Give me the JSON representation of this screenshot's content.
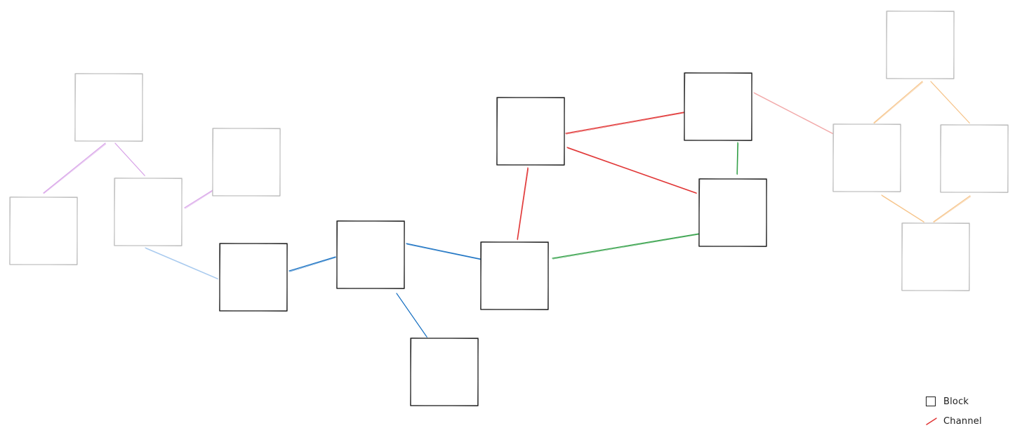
{
  "diagram": {
    "colors": {
      "active_block": "#1e1e1e",
      "inactive_block": "#b8b8b8",
      "red": "#e03131",
      "green": "#2f9e44",
      "blue": "#1971c2",
      "light_blue": "#a5c8ee",
      "purple": "#d8a3e8",
      "orange": "#f6c48a",
      "pink": "#f2a8a8"
    },
    "blocks": [
      {
        "id": "p1",
        "state": "inactive"
      },
      {
        "id": "p2",
        "state": "inactive"
      },
      {
        "id": "p3",
        "state": "inactive"
      },
      {
        "id": "p4",
        "state": "inactive"
      },
      {
        "id": "c1",
        "state": "active"
      },
      {
        "id": "c2",
        "state": "active"
      },
      {
        "id": "c3",
        "state": "active"
      },
      {
        "id": "c4",
        "state": "active"
      },
      {
        "id": "c5",
        "state": "active"
      },
      {
        "id": "c6",
        "state": "active"
      },
      {
        "id": "c7",
        "state": "active"
      },
      {
        "id": "r1",
        "state": "inactive"
      },
      {
        "id": "r2",
        "state": "inactive"
      },
      {
        "id": "r3",
        "state": "inactive"
      },
      {
        "id": "r4",
        "state": "inactive"
      }
    ],
    "channels": [
      {
        "from": "p1",
        "to": "p2",
        "color": "purple"
      },
      {
        "from": "p1",
        "to": "p3",
        "color": "purple"
      },
      {
        "from": "p3",
        "to": "p4",
        "color": "purple"
      },
      {
        "from": "p3",
        "to": "c1",
        "color": "light_blue"
      },
      {
        "from": "c1",
        "to": "c2",
        "color": "blue"
      },
      {
        "from": "c2",
        "to": "c3",
        "color": "blue"
      },
      {
        "from": "c2",
        "to": "c7",
        "color": "blue"
      },
      {
        "from": "c3",
        "to": "c4",
        "color": "red"
      },
      {
        "from": "c4",
        "to": "c5",
        "color": "red"
      },
      {
        "from": "c4",
        "to": "c6",
        "color": "red"
      },
      {
        "from": "c5",
        "to": "c6",
        "color": "green"
      },
      {
        "from": "c3",
        "to": "c6",
        "color": "green"
      },
      {
        "from": "c5",
        "to": "r2",
        "color": "pink"
      },
      {
        "from": "r1",
        "to": "r2",
        "color": "orange"
      },
      {
        "from": "r1",
        "to": "r3",
        "color": "orange"
      },
      {
        "from": "r2",
        "to": "r4",
        "color": "orange"
      },
      {
        "from": "r3",
        "to": "r4",
        "color": "orange"
      }
    ]
  },
  "legend": {
    "block_label": "Block",
    "channel_label": "Channel",
    "channel_color": "red"
  }
}
